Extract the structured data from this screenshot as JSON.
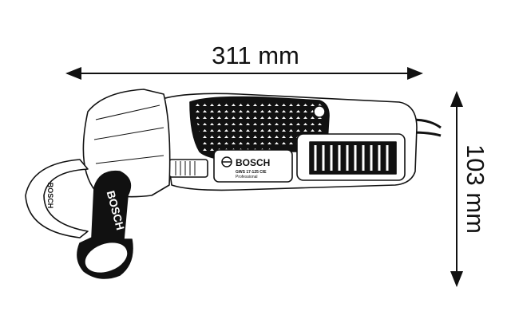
{
  "dimensions": {
    "length": "311 mm",
    "height": "103 mm"
  },
  "product": {
    "brand": "BOSCH",
    "model": "GWS 17-125 CIE",
    "line": "Professional"
  },
  "handle_brand": "BOSCH",
  "guard_brand": "BOSCH"
}
